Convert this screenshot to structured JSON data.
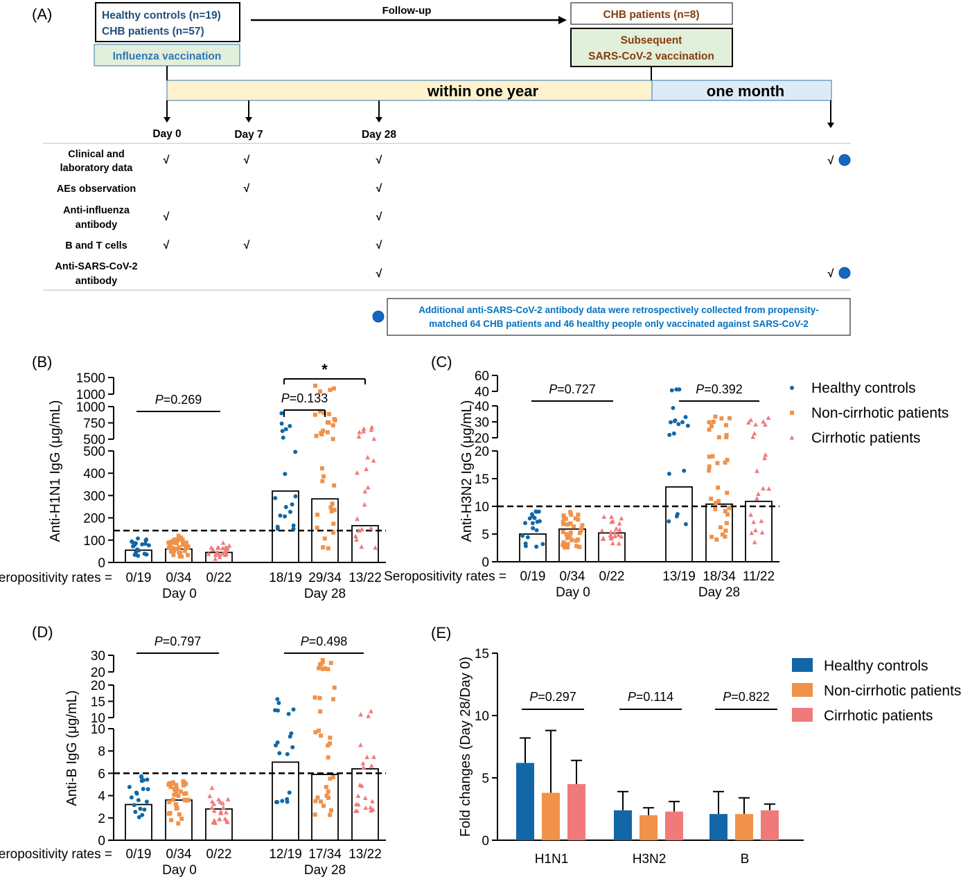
{
  "colors": {
    "healthy": "#1267A6",
    "noncirrhotic": "#F0924A",
    "cirrhotic": "#F07A7A",
    "navy": "#1F4E79",
    "brown": "#843C0C",
    "greenbox": "#E2EFDA",
    "yellowbar": "#FFF2CC",
    "bluebar": "#DEEBF7",
    "blue_note": "#0070C0"
  },
  "panelA": {
    "label": "(A)",
    "box1": {
      "line1": "Healthy controls (n=19)",
      "line2": "CHB patients (n=57)"
    },
    "influenza": "Influenza vaccination",
    "followup": "Follow-up",
    "box2": "CHB patients (n=8)",
    "sars": {
      "line1": "Subsequent",
      "line2": "SARS-CoV-2 vaccination"
    },
    "period1": "within one year",
    "period2": "one month",
    "days": [
      "Day 0",
      "Day 7",
      "Day 28"
    ],
    "rows": [
      {
        "line1": "Clinical and",
        "line2": "laboratory data"
      },
      {
        "line1": "AEs observation",
        "line2": ""
      },
      {
        "line1": "Anti-influenza",
        "line2": "antibody"
      },
      {
        "line1": "B and T cells",
        "line2": ""
      },
      {
        "line1": "Anti-SARS-CoV-2",
        "line2": "antibody"
      }
    ],
    "check": "√",
    "note": {
      "line1": "Additional anti-SARS-CoV-2 antibody data were retrospectively collected from propensity-",
      "line2": "matched 64 CHB patients and 46 healthy people only vaccinated against SARS-CoV-2"
    }
  },
  "chart_data": [
    {
      "panel": "(B)",
      "type": "scatter",
      "ylabel": "Anti-H1N1 IgG (μg/mL)",
      "yaxis_segments": [
        [
          0,
          500
        ],
        [
          500,
          1000
        ],
        [
          1000,
          1500
        ]
      ],
      "ytick_labels": [
        "0",
        "100",
        "200",
        "300",
        "400",
        "500",
        "500",
        "750",
        "1000",
        "1000",
        "1500"
      ],
      "threshold": 143,
      "groups": [
        "Day 0",
        "Day 28"
      ],
      "seropositivity_label": "Seropositivity rates =",
      "series_names": [
        "Healthy controls",
        "Non-cirrhotic patients",
        "Cirrhotic patients"
      ],
      "bar_means": {
        "Day 0": [
          55,
          60,
          45
        ],
        "Day 28": [
          320,
          285,
          165
        ]
      },
      "seropositivity": {
        "Day 0": [
          "0/19",
          "0/34",
          "0/22"
        ],
        "Day 28": [
          "18/19",
          "29/34",
          "13/22"
        ]
      },
      "comparisons": [
        {
          "label": "P=0.269",
          "group": "Day 0",
          "span": [
            0,
            2
          ]
        },
        {
          "label": "P=0.133",
          "group": "Day 28",
          "span": [
            0,
            1
          ]
        },
        {
          "label": "*",
          "group": "Day 28",
          "span": [
            0,
            2
          ]
        }
      ]
    },
    {
      "panel": "(C)",
      "type": "scatter",
      "ylabel": "Anti-H3N2 IgG (μg/mL)",
      "yaxis_segments": [
        [
          0,
          20
        ],
        [
          20,
          40
        ],
        [
          40,
          60
        ]
      ],
      "ytick_labels": [
        "0",
        "5",
        "10",
        "15",
        "20",
        "20",
        "30",
        "40",
        "40",
        "60"
      ],
      "threshold": 10,
      "groups": [
        "Day 0",
        "Day 28"
      ],
      "seropositivity_label": "Seropositivity rates =",
      "series_names": [
        "Healthy controls",
        "Non-cirrhotic patients",
        "Cirrhotic patients"
      ],
      "bar_means": {
        "Day 0": [
          5.0,
          5.9,
          5.2
        ],
        "Day 28": [
          13.5,
          10.4,
          10.9
        ]
      },
      "seropositivity": {
        "Day 0": [
          "0/19",
          "0/34",
          "0/22"
        ],
        "Day 28": [
          "13/19",
          "18/34",
          "11/22"
        ]
      },
      "comparisons": [
        {
          "label": "P=0.727",
          "group": "Day 0",
          "span": [
            0,
            2
          ]
        },
        {
          "label": "P=0.392",
          "group": "Day 28",
          "span": [
            0,
            2
          ]
        }
      ]
    },
    {
      "panel": "(D)",
      "type": "scatter",
      "ylabel": "Anti-B IgG (μg/mL)",
      "yaxis_segments": [
        [
          0,
          10
        ],
        [
          10,
          20
        ],
        [
          20,
          30
        ]
      ],
      "ytick_labels": [
        "0",
        "2",
        "4",
        "6",
        "8",
        "10",
        "10",
        "15",
        "20",
        "20",
        "30"
      ],
      "threshold": 6,
      "groups": [
        "Day 0",
        "Day 28"
      ],
      "seropositivity_label": "Seropositivity rates =",
      "series_names": [
        "Healthy controls",
        "Non-cirrhotic patients",
        "Cirrhotic patients"
      ],
      "bar_means": {
        "Day 0": [
          3.2,
          3.6,
          2.8
        ],
        "Day 28": [
          7.0,
          5.9,
          6.4
        ]
      },
      "seropositivity": {
        "Day 0": [
          "0/19",
          "0/34",
          "0/22"
        ],
        "Day 28": [
          "12/19",
          "17/34",
          "13/22"
        ]
      },
      "comparisons": [
        {
          "label": "P=0.797",
          "group": "Day 0",
          "span": [
            0,
            2
          ]
        },
        {
          "label": "P=0.498",
          "group": "Day 28",
          "span": [
            0,
            2
          ]
        }
      ]
    },
    {
      "panel": "(E)",
      "type": "bar",
      "ylabel": "Fold changes (Day 28/Day 0)",
      "ylim": [
        0,
        15
      ],
      "yticks": [
        0,
        5,
        10,
        15
      ],
      "categories": [
        "H1N1",
        "H3N2",
        "B"
      ],
      "series": [
        {
          "name": "Healthy controls",
          "values": [
            6.2,
            2.4,
            2.1
          ],
          "errors": [
            8.2,
            3.9,
            3.9
          ]
        },
        {
          "name": "Non-cirrhotic patients",
          "values": [
            3.8,
            2.0,
            2.1
          ],
          "errors": [
            8.8,
            2.6,
            3.4
          ]
        },
        {
          "name": "Cirrhotic patients",
          "values": [
            4.5,
            2.3,
            2.4
          ],
          "errors": [
            6.4,
            3.1,
            2.9
          ]
        }
      ],
      "pvalues": [
        "P=0.297",
        "P=0.114",
        "P=0.822"
      ]
    }
  ]
}
